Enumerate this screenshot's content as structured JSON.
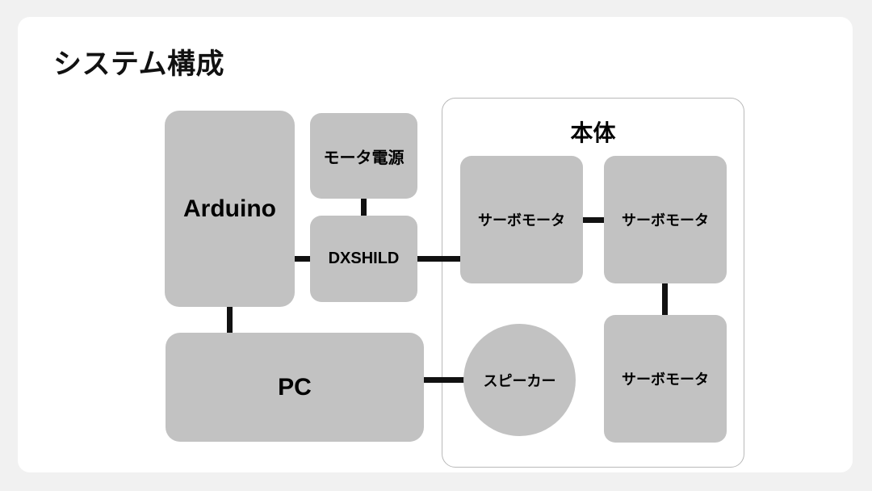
{
  "slide": {
    "title": "システム構成",
    "background_color": "#f1f1f1",
    "card_color": "#ffffff"
  },
  "theme": {
    "node_fill": "#c2c2c2",
    "node_text": "#000000",
    "link_color": "#111111",
    "enclosure_border": "#b9b9b9"
  },
  "diagram": {
    "type": "block-diagram",
    "enclosure": {
      "label": "本体"
    },
    "nodes": [
      {
        "id": "arduino",
        "label": "Arduino",
        "shape": "rounded-rect"
      },
      {
        "id": "motor-power",
        "label": "モータ電源",
        "shape": "rounded-rect"
      },
      {
        "id": "dxshield",
        "label": "DXSHILD",
        "shape": "rounded-rect"
      },
      {
        "id": "pc",
        "label": "PC",
        "shape": "rounded-rect"
      },
      {
        "id": "servo-1",
        "label": "サーボモータ",
        "shape": "rounded-rect"
      },
      {
        "id": "servo-2",
        "label": "サーボモータ",
        "shape": "rounded-rect"
      },
      {
        "id": "servo-3",
        "label": "サーボモータ",
        "shape": "rounded-rect"
      },
      {
        "id": "speaker",
        "label": "スピーカー",
        "shape": "circle"
      }
    ],
    "links": [
      {
        "from": "arduino",
        "to": "dxshield",
        "orientation": "horizontal"
      },
      {
        "from": "motor-power",
        "to": "dxshield",
        "orientation": "vertical"
      },
      {
        "from": "dxshield",
        "to": "servo-1",
        "orientation": "horizontal"
      },
      {
        "from": "servo-1",
        "to": "servo-2",
        "orientation": "horizontal"
      },
      {
        "from": "servo-2",
        "to": "servo-3",
        "orientation": "vertical"
      },
      {
        "from": "arduino",
        "to": "pc",
        "orientation": "vertical"
      },
      {
        "from": "pc",
        "to": "speaker",
        "orientation": "horizontal"
      }
    ]
  }
}
